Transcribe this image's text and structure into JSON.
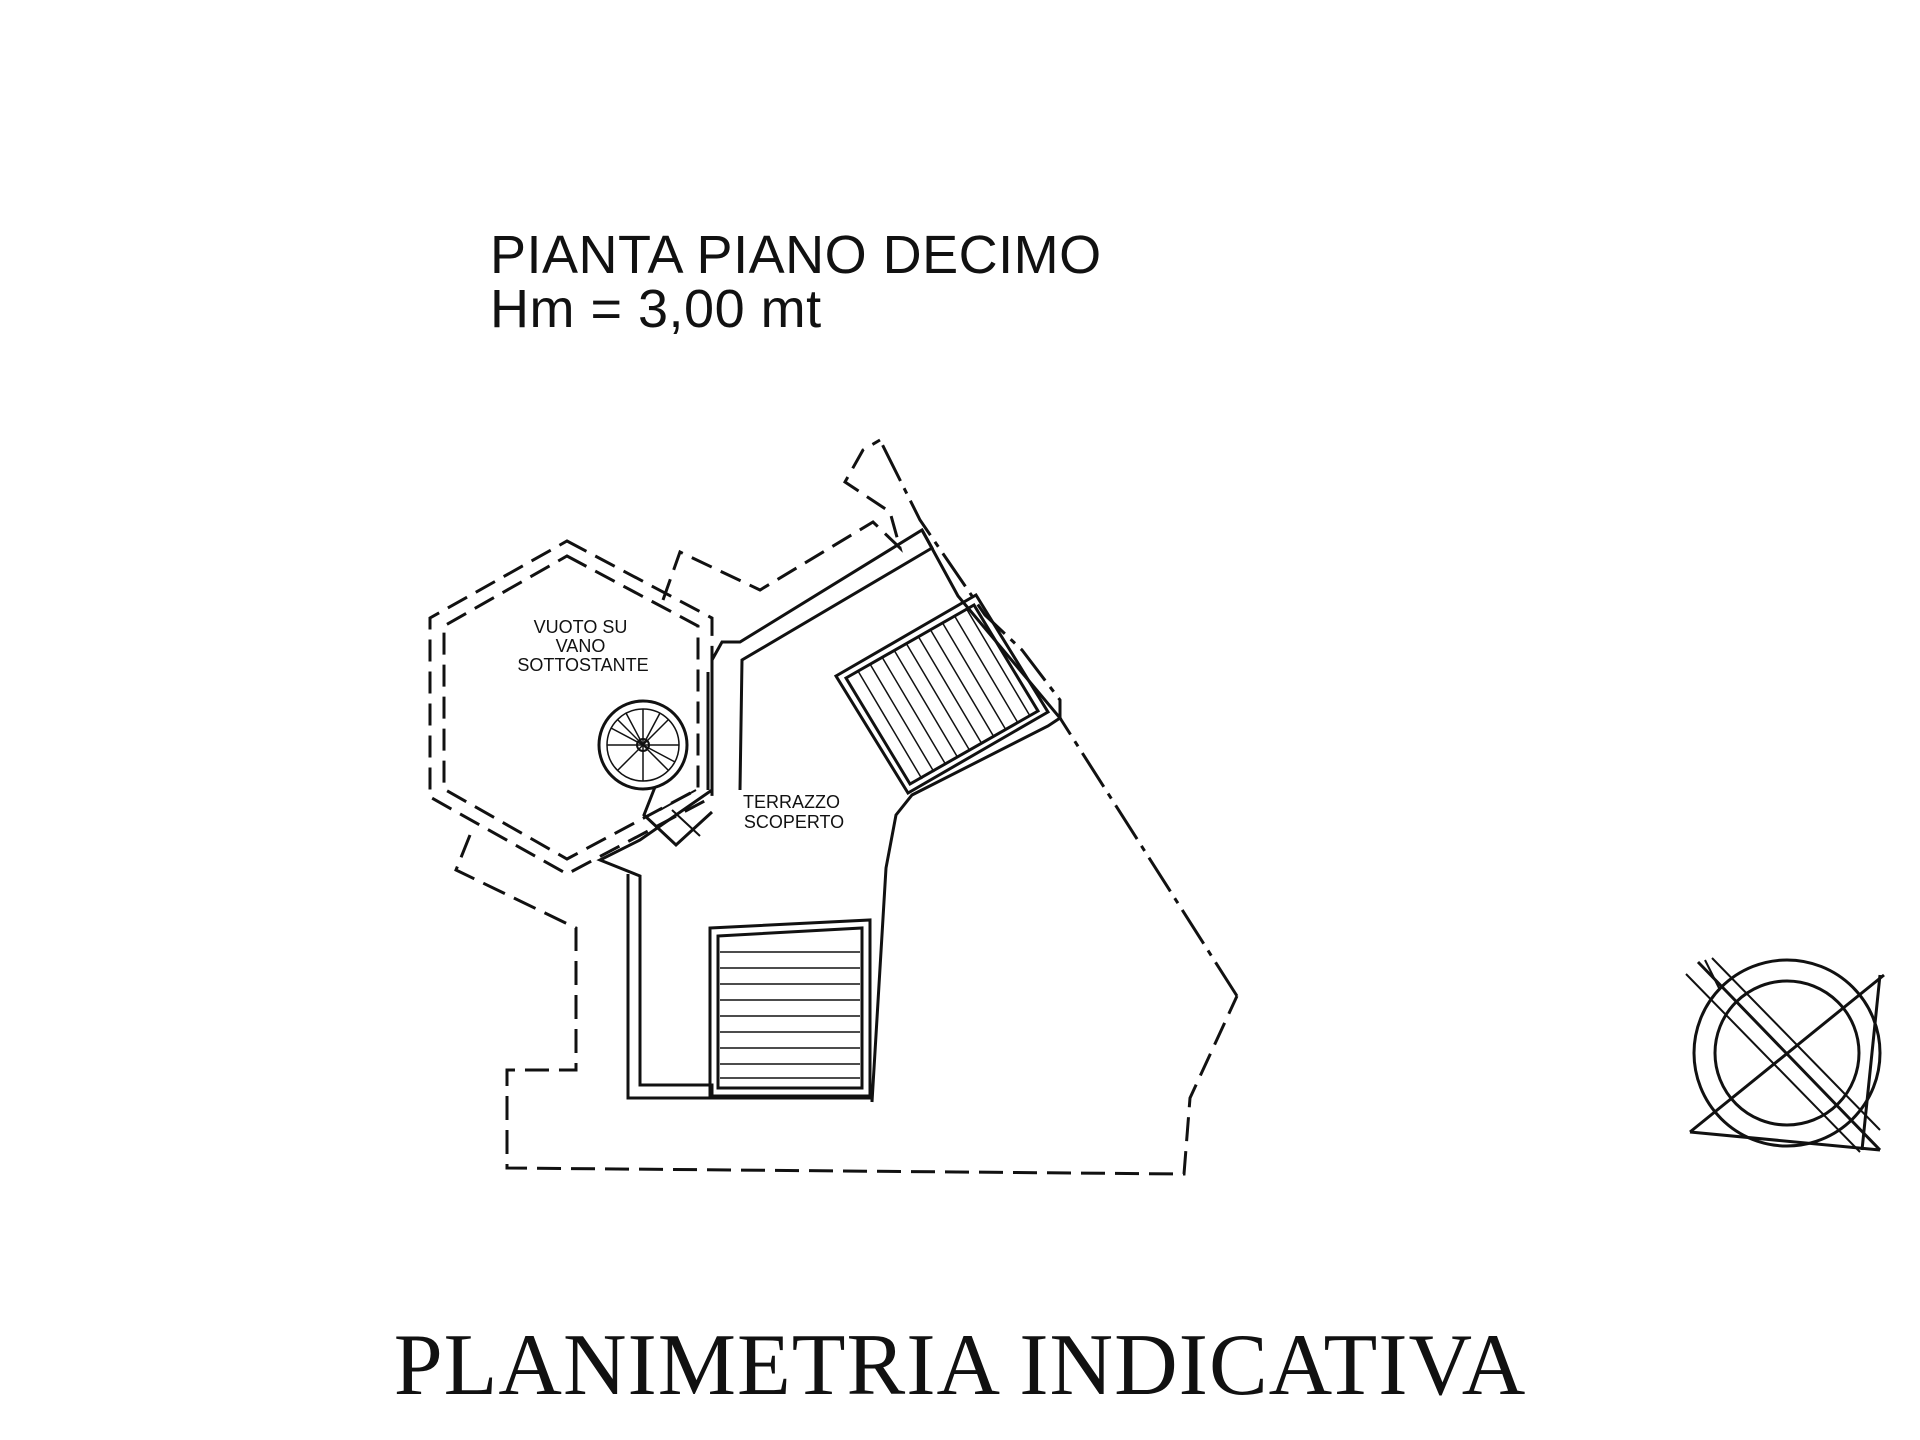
{
  "drawing": {
    "title": "PIANTA PIANO DECIMO",
    "height_note": "Hm = 3,00 mt",
    "footer": "PLANIMETRIA INDICATIVA"
  },
  "rooms": {
    "void_label": [
      "VUOTO SU",
      "VANO",
      "SOTTOSTANTE"
    ],
    "terrace_label": [
      "TERRAZZO",
      "SCOPERTO"
    ]
  },
  "symbols": {
    "stair": "spiral-stair-icon",
    "north": "north-arrow-icon"
  },
  "colors": {
    "ink": "#111111",
    "paper": "#ffffff"
  }
}
